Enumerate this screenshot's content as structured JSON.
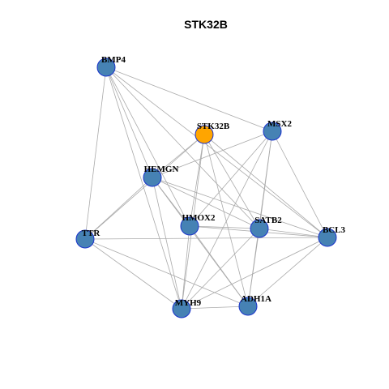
{
  "title": "STK32B",
  "colors": {
    "node_default": "#4682B4",
    "node_highlight": "#FFA500",
    "node_border": "#1A33CC",
    "edge": "#AAAAAA"
  },
  "nodes": [
    {
      "id": "BMP4",
      "label": "BMP4",
      "highlight": false
    },
    {
      "id": "STK32B",
      "label": "STK32B",
      "highlight": true
    },
    {
      "id": "MSX2",
      "label": "MSX2",
      "highlight": false
    },
    {
      "id": "HEMGN",
      "label": "HEMGN",
      "highlight": false
    },
    {
      "id": "HMOX2",
      "label": "HMOX2",
      "highlight": false
    },
    {
      "id": "SATB2",
      "label": "SATB2",
      "highlight": false
    },
    {
      "id": "BCL3",
      "label": "BCL3",
      "highlight": false
    },
    {
      "id": "TTR",
      "label": "TTR",
      "highlight": false
    },
    {
      "id": "MYH9",
      "label": "MYH9",
      "highlight": false
    },
    {
      "id": "ADH1A",
      "label": "ADH1A",
      "highlight": false
    }
  ],
  "edges": [
    [
      "BMP4",
      "MSX2"
    ],
    [
      "BMP4",
      "HEMGN"
    ],
    [
      "BMP4",
      "TTR"
    ],
    [
      "BMP4",
      "HMOX2"
    ],
    [
      "BMP4",
      "SATB2"
    ],
    [
      "BMP4",
      "BCL3"
    ],
    [
      "BMP4",
      "MYH9"
    ],
    [
      "STK32B",
      "HEMGN"
    ],
    [
      "STK32B",
      "TTR"
    ],
    [
      "STK32B",
      "HMOX2"
    ],
    [
      "STK32B",
      "SATB2"
    ],
    [
      "STK32B",
      "ADH1A"
    ],
    [
      "STK32B",
      "MYH9"
    ],
    [
      "STK32B",
      "BCL3"
    ],
    [
      "MSX2",
      "HEMGN"
    ],
    [
      "MSX2",
      "HMOX2"
    ],
    [
      "MSX2",
      "SATB2"
    ],
    [
      "MSX2",
      "BCL3"
    ],
    [
      "MSX2",
      "ADH1A"
    ],
    [
      "MSX2",
      "MYH9"
    ],
    [
      "HEMGN",
      "TTR"
    ],
    [
      "HEMGN",
      "HMOX2"
    ],
    [
      "HEMGN",
      "SATB2"
    ],
    [
      "HEMGN",
      "MYH9"
    ],
    [
      "HEMGN",
      "ADH1A"
    ],
    [
      "HEMGN",
      "BCL3"
    ],
    [
      "HMOX2",
      "SATB2"
    ],
    [
      "HMOX2",
      "BCL3"
    ],
    [
      "HMOX2",
      "MYH9"
    ],
    [
      "HMOX2",
      "ADH1A"
    ],
    [
      "SATB2",
      "BCL3"
    ],
    [
      "SATB2",
      "ADH1A"
    ],
    [
      "SATB2",
      "MYH9"
    ],
    [
      "TTR",
      "BCL3"
    ],
    [
      "TTR",
      "MYH9"
    ],
    [
      "TTR",
      "ADH1A"
    ],
    [
      "BCL3",
      "MYH9"
    ],
    [
      "BCL3",
      "ADH1A"
    ],
    [
      "MYH9",
      "ADH1A"
    ]
  ]
}
